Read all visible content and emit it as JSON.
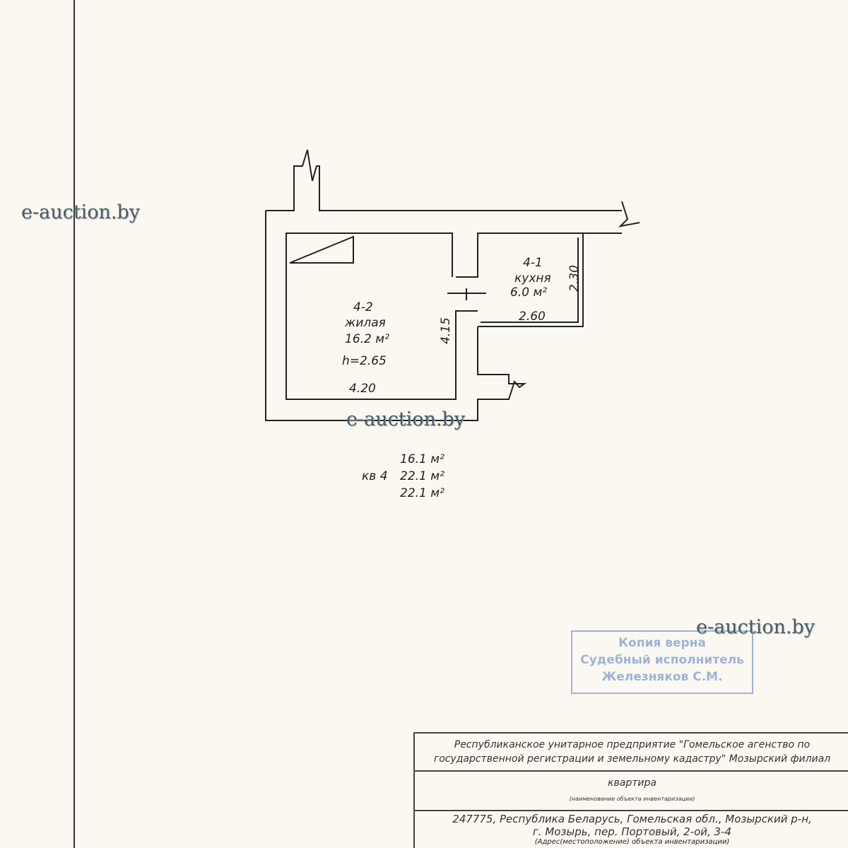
{
  "plan": {
    "room_42": {
      "number": "4-2",
      "name": "жилая",
      "area": "16.2 м²",
      "height": "h=2.65",
      "width_dim": "4.20",
      "depth_dim": "4.15"
    },
    "room_41": {
      "number": "4-1",
      "name": "кухня",
      "area": "6.0 м²",
      "width_dim": "2.60",
      "depth_dim": "2.30"
    }
  },
  "summary": {
    "living_area": "16.1 м²",
    "apartment": "кв 4",
    "total_area": "22.1 м²",
    "general_area": "22.1 м²"
  },
  "watermark": "e-auction.by",
  "stamp": {
    "line1": "Копия верна",
    "line2": "Судебный исполнитель",
    "line3": "Железняков С.М."
  },
  "title_block": {
    "organization": "Республиканское унитарное предприятие \"Гомельское агенство по государственной регистрации и земельному кадастру\" Мозырский филиал",
    "object": "квартира",
    "object_caption": "(наименование объекта инвентаризации)",
    "address_line1": "247775, Республика Беларусь, Гомельская обл., Мозырский р-н,",
    "address_line2": "г. Мозырь, пер. Портовый, 2-ой, 3-4",
    "address_caption": "(Адрес(местоположение) объекта инвентаризации)"
  }
}
